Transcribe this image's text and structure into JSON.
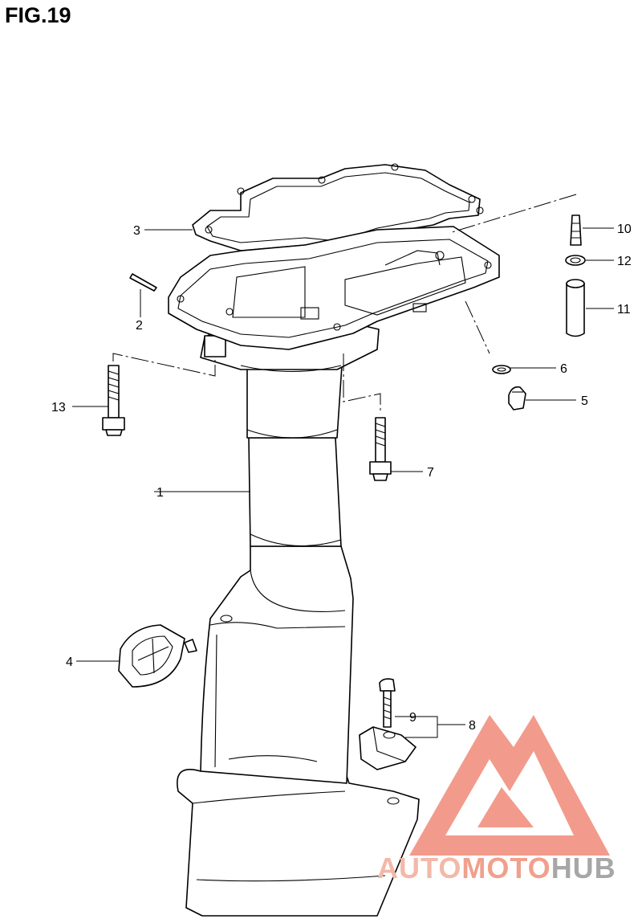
{
  "figure": {
    "title": "FIG.19"
  },
  "callouts": {
    "p1": "1",
    "p2": "2",
    "p3": "3",
    "p4": "4",
    "p5": "5",
    "p6": "6",
    "p7": "7",
    "p8": "8",
    "p9": "9",
    "p10": "10",
    "p11": "11",
    "p12": "12",
    "p13": "13"
  },
  "watermark": {
    "part1": "AUTO",
    "part2": "MOTO",
    "part3": "HUB",
    "colors": {
      "red": "#f08a78",
      "gray": "#a7a7a7"
    }
  }
}
